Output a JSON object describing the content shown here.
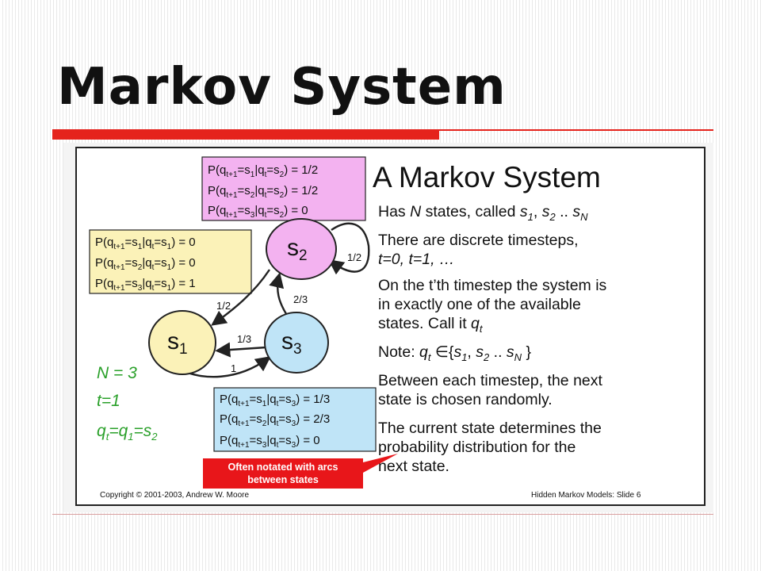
{
  "page": {
    "title": "Markov System"
  },
  "slide": {
    "heading": "A Markov System",
    "pink_box": [
      {
        "label": "P(q",
        "sub1": "t+1",
        "mid": "=s",
        "sub2": "1",
        "bar": "|q",
        "sub3": "t",
        "cond": "=s",
        "sub4": "2",
        "eq": ") = 1/2"
      },
      {
        "label": "P(q",
        "sub1": "t+1",
        "mid": "=s",
        "sub2": "2",
        "bar": "|q",
        "sub3": "t",
        "cond": "=s",
        "sub4": "2",
        "eq": ") = 1/2"
      },
      {
        "label": "P(q",
        "sub1": "t+1",
        "mid": "=s",
        "sub2": "3",
        "bar": "|q",
        "sub3": "t",
        "cond": "=s",
        "sub4": "2",
        "eq": ") = 0"
      }
    ],
    "yellow_box": [
      {
        "label": "P(q",
        "sub1": "t+1",
        "mid": "=s",
        "sub2": "1",
        "bar": "|q",
        "sub3": "t",
        "cond": "=s",
        "sub4": "1",
        "eq": ") = 0"
      },
      {
        "label": "P(q",
        "sub1": "t+1",
        "mid": "=s",
        "sub2": "2",
        "bar": "|q",
        "sub3": "t",
        "cond": "=s",
        "sub4": "1",
        "eq": ") = 0"
      },
      {
        "label": "P(q",
        "sub1": "t+1",
        "mid": "=s",
        "sub2": "3",
        "bar": "|q",
        "sub3": "t",
        "cond": "=s",
        "sub4": "1",
        "eq": ") = 1"
      }
    ],
    "blue_box": [
      {
        "label": "P(q",
        "sub1": "t+1",
        "mid": "=s",
        "sub2": "1",
        "bar": "|q",
        "sub3": "t",
        "cond": "=s",
        "sub4": "3",
        "eq": ") = 1/3"
      },
      {
        "label": "P(q",
        "sub1": "t+1",
        "mid": "=s",
        "sub2": "2",
        "bar": "|q",
        "sub3": "t",
        "cond": "=s",
        "sub4": "3",
        "eq": ") = 2/3"
      },
      {
        "label": "P(q",
        "sub1": "t+1",
        "mid": "=s",
        "sub2": "3",
        "bar": "|q",
        "sub3": "t",
        "cond": "=s",
        "sub4": "3",
        "eq": ") = 0"
      }
    ],
    "states": [
      {
        "s": "s",
        "sub": "2"
      },
      {
        "s": "s",
        "sub": "1"
      },
      {
        "s": "s",
        "sub": "3"
      }
    ],
    "arc_labels": {
      "s2_self": "1/2",
      "s2_to_s1": "1/2",
      "s3_to_s2": "2/3",
      "s3_to_s1": "1/3",
      "s1_to_s3": "1"
    },
    "green": {
      "n": "N = 3",
      "t": "t=1",
      "q_a": "q",
      "q_a_sub": "t",
      "q_b": "=q",
      "q_b_sub": "1",
      "q_c": "=s",
      "q_c_sub": "2"
    },
    "bullets": {
      "b1_a": "Has ",
      "b1_n": "N",
      "b1_b": " states, called ",
      "b1_s1": "s",
      "b1_s1_sub": "1",
      "b1_c": ", ",
      "b1_s2": "s",
      "b1_s2_sub": "2",
      "b1_d": " .. ",
      "b1_sn": "s",
      "b1_sn_sub": "N",
      "b2_l1": "There are discrete timesteps,",
      "b2_l2": "t=0, t=1, …",
      "b3_l1": "On the t’th timestep the system is",
      "b3_l2": "in exactly one of the available",
      "b3_l3a": "states. Call it ",
      "b3_q": "q",
      "b3_q_sub": "t",
      "b4_a": "Note: ",
      "b4_q": "q",
      "b4_q_sub": "t",
      "b4_in": " ∈",
      "b4_b": "{",
      "b4_s1": "s",
      "b4_s1_sub": "1",
      "b4_c": ", ",
      "b4_s2": "s",
      "b4_s2_sub": "2",
      "b4_d": " .. ",
      "b4_sn": "s",
      "b4_sn_sub": "N",
      "b4_e": " }",
      "b5_l1": "Between each timestep, the next",
      "b5_l2": "state is chosen randomly.",
      "b6_l1": "The current state determines the",
      "b6_l2": "probability distribution for the",
      "b6_l3": "next state."
    },
    "callout": {
      "line1": "Often notated with arcs",
      "line2": "between states"
    },
    "footer": {
      "left": "Copyright © 2001-2003, Andrew W. Moore",
      "right": "Hidden Markov Models: Slide 6"
    }
  }
}
